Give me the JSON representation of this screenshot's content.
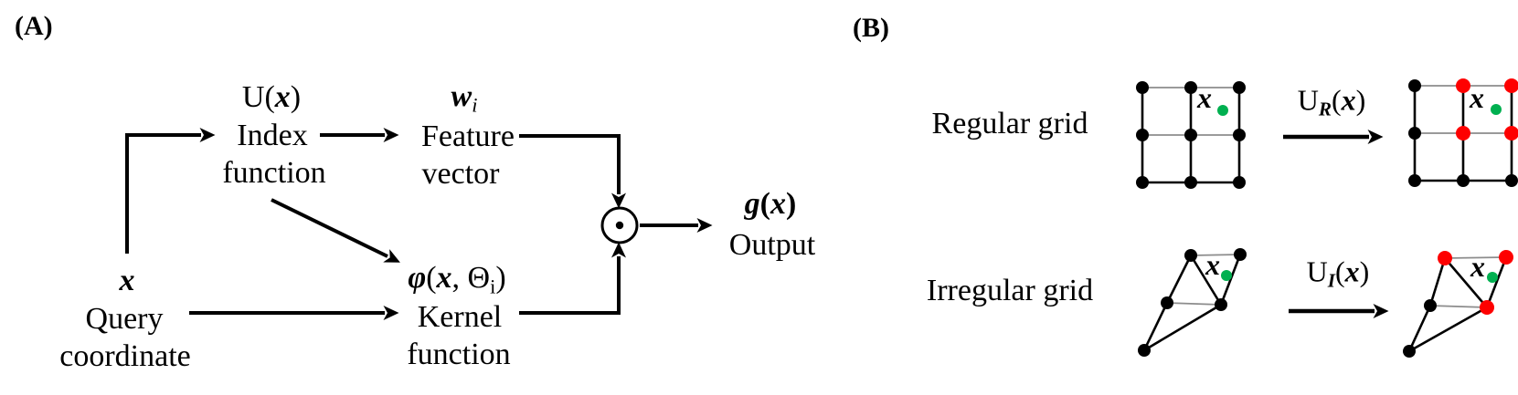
{
  "panel_a": {
    "tag": "(A)",
    "query_node": {
      "symbol": "x",
      "line1": "Query",
      "line2": "coordinate"
    },
    "index_node": {
      "sym_pre": "U(",
      "sym_x": "x",
      "sym_post": ")",
      "line1": "Index",
      "line2": "function"
    },
    "feature_node": {
      "sym_base": "w",
      "sym_sub": "i",
      "line1": "Feature",
      "line2": "vector"
    },
    "kernel_node": {
      "sym_base": "φ",
      "sym_open": "(",
      "sym_x": "x",
      "sym_mid": ", Θ",
      "sym_sub": "i",
      "sym_close": ")",
      "line1": "Kernel",
      "line2": "function"
    },
    "output_node": {
      "sym_base": "g",
      "sym_open": "(",
      "sym_x": "x",
      "sym_close": ")",
      "line1": "Output"
    },
    "operator_symbol": "⊙"
  },
  "panel_b": {
    "tag": "(B)",
    "row1": {
      "label": "Regular grid",
      "op_base": "U",
      "op_sub": "R",
      "op_open": "(",
      "op_x": "x",
      "op_close": ")"
    },
    "row2": {
      "label": "Irregular grid",
      "op_base": "U",
      "op_sub": "I",
      "op_open": "(",
      "op_x": "x",
      "op_close": ")"
    },
    "query_symbol": "x"
  },
  "colors": {
    "ink": "#000000",
    "grid_gray": "#8c8c8c",
    "selected_red": "#fe0000",
    "query_green": "#00b050"
  }
}
